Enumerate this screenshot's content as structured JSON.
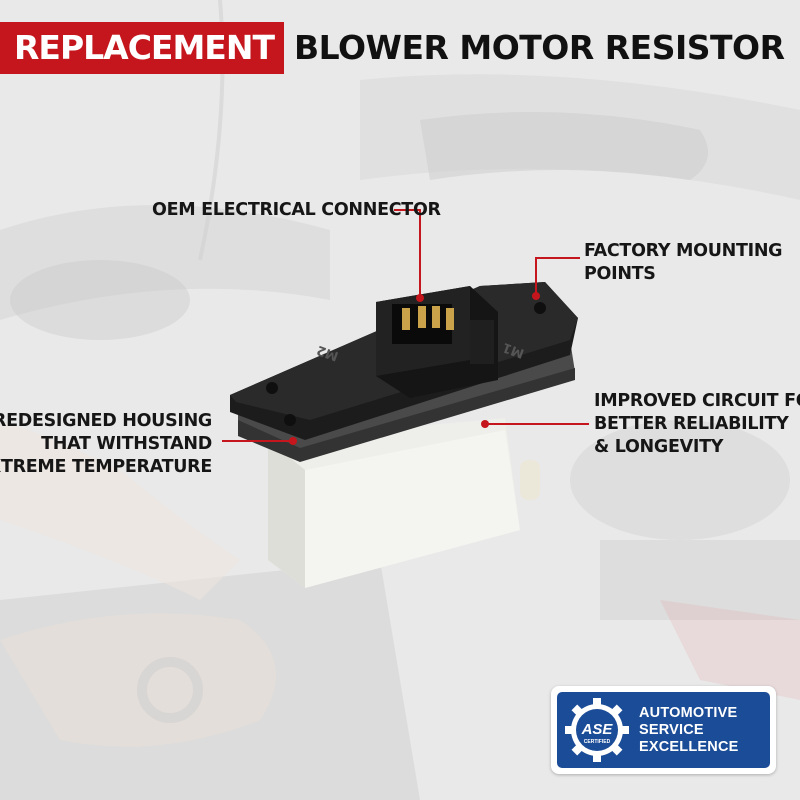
{
  "header": {
    "highlight": "REPLACEMENT",
    "title": "BLOWER MOTOR RESISTOR"
  },
  "callouts": {
    "connector": [
      "OEM ELECTRICAL CONNECTOR"
    ],
    "mounting": [
      "FACTORY MOUNTING",
      "POINTS"
    ],
    "housing": [
      "REDESIGNED HOUSING",
      "THAT WITHSTAND",
      "EXTREME TEMPERATURE"
    ],
    "circuit": [
      "IMPROVED CIRCUIT FOR",
      "BETTER RELIABILITY",
      "& LONGEVITY"
    ]
  },
  "product_markings": {
    "m1": "M1",
    "m2": "M2"
  },
  "badge": {
    "logo_text": "ASE",
    "logo_subtext": "CERTIFIED",
    "lines": [
      "AUTOMOTIVE",
      "SERVICE",
      "EXCELLENCE"
    ]
  },
  "colors": {
    "accent_red": "#c4161c",
    "ase_blue": "#1b4c97",
    "text_dark": "#161616"
  }
}
